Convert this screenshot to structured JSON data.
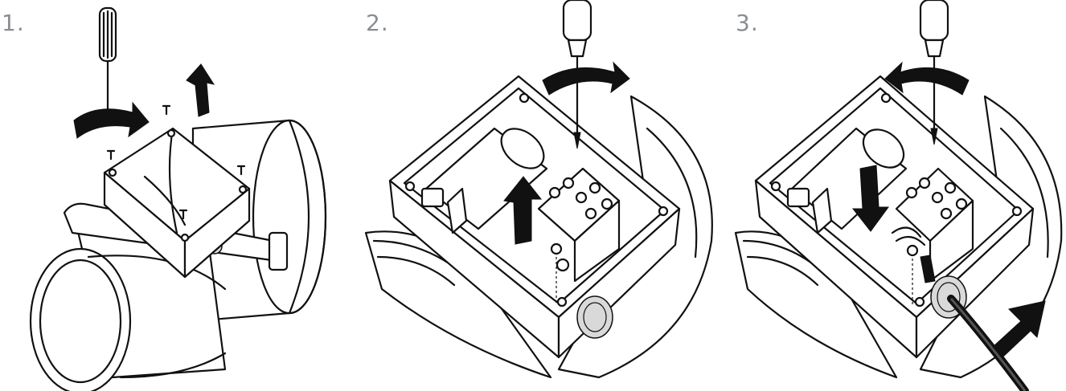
{
  "steps": [
    {
      "label": "1."
    },
    {
      "label": "2."
    },
    {
      "label": "3."
    }
  ],
  "colors": {
    "label": "#8a8d91",
    "line": "#111111",
    "fill": "#ffffff",
    "shade": "#d9d9d9"
  },
  "icons": [
    "screwdriver-icon",
    "rotate-arrow-icon",
    "up-arrow-icon",
    "down-arrow-icon",
    "screw-icon",
    "terminal-block-icon",
    "capacitor-icon",
    "cable-gland-icon",
    "power-cable-icon"
  ]
}
